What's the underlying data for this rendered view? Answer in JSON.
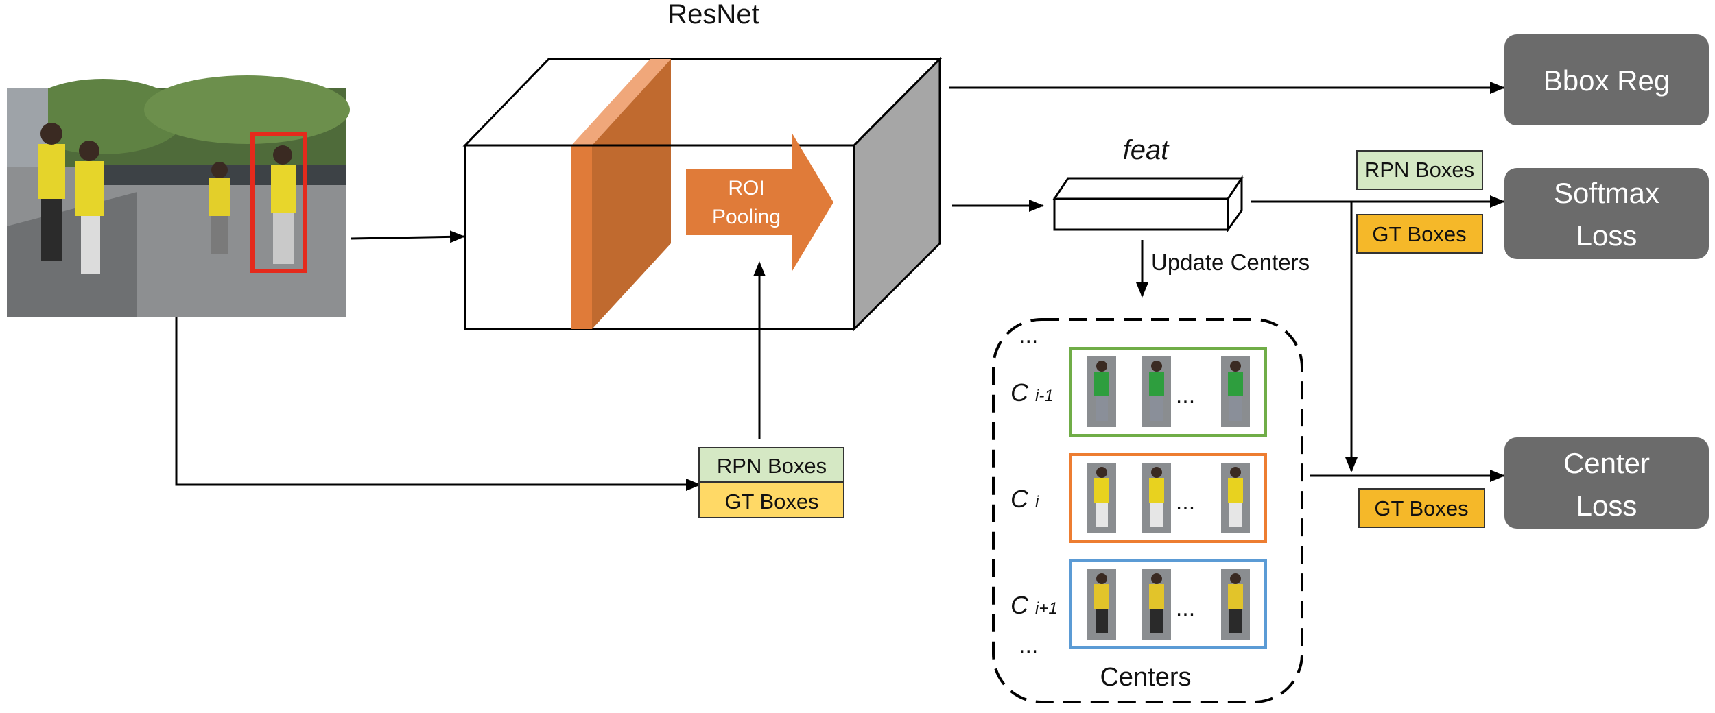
{
  "backbone": {
    "title": "ResNet",
    "roi_label_line1": "ROI",
    "roi_label_line2": "Pooling"
  },
  "feat": {
    "label": "feat",
    "update_label": "Update Centers"
  },
  "inputs": {
    "rpn_boxes": "RPN Boxes",
    "gt_boxes": "GT Boxes"
  },
  "outputs": {
    "bbox_reg": "Bbox Reg",
    "softmax_line1": "Softmax",
    "softmax_line2": "Loss",
    "center_line1": "Center",
    "center_line2": "Loss",
    "softmax_rpn": "RPN Boxes",
    "softmax_gt": "GT Boxes",
    "center_gt": "GT Boxes"
  },
  "centers": {
    "title": "Centers",
    "ellipsis": "...",
    "rows": [
      {
        "symbol": "C",
        "subscript": "i-1",
        "accent": "#70ad47",
        "shirt": "#2e9e3e",
        "pants": "#8a8f99"
      },
      {
        "symbol": "C",
        "subscript": "i",
        "accent": "#ed7d31",
        "shirt": "#e8d21f",
        "pants": "#e6e6e6"
      },
      {
        "symbol": "C",
        "subscript": "i+1",
        "accent": "#5b9bd5",
        "shirt": "#e2c42a",
        "pants": "#2a2a2a"
      }
    ]
  },
  "colors": {
    "box_gray": "#6b6b6b",
    "orange": "#e07b39",
    "orange_dark": "#c06a2f",
    "rpn_green": "#d5e8c4",
    "gt_yellow": "#ffd966",
    "gt_gold": "#f5b829",
    "side_gray": "#a6a6a6"
  }
}
